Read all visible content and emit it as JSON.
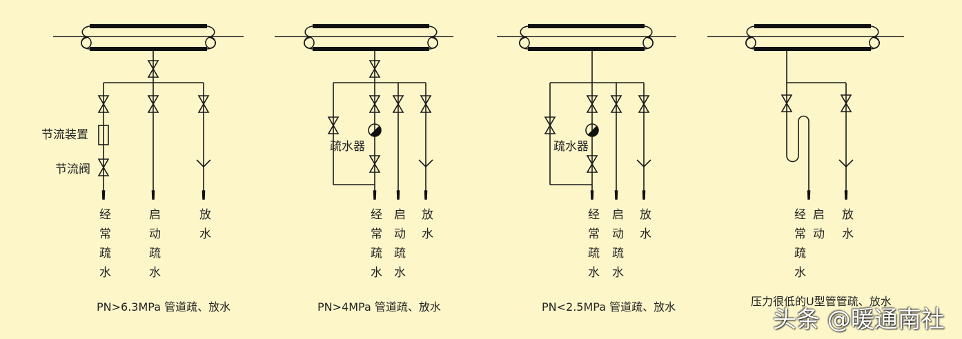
{
  "diagrams": [
    {
      "caption": "PN>6.3MPa 管道疏、放水",
      "side_labels": [
        "节流装置",
        "节流阀"
      ],
      "outlet_labels": [
        "经常疏水",
        "启动疏水",
        "放水"
      ]
    },
    {
      "caption": "PN>4MPa 管道疏、放水",
      "side_labels": [
        "疏水器"
      ],
      "outlet_labels": [
        "经常疏水",
        "启动疏水",
        "放水"
      ]
    },
    {
      "caption": "PN<2.5MPa 管道疏、放水",
      "side_labels": [
        "疏水器"
      ],
      "outlet_labels": [
        "经常疏水",
        "启动疏水",
        "放水"
      ]
    },
    {
      "caption": "压力很低的U型管管疏、放水",
      "side_labels": [],
      "outlet_labels": [
        "经常疏水",
        "启动",
        "放水"
      ]
    }
  ],
  "watermark": "头条 @暖通南社"
}
